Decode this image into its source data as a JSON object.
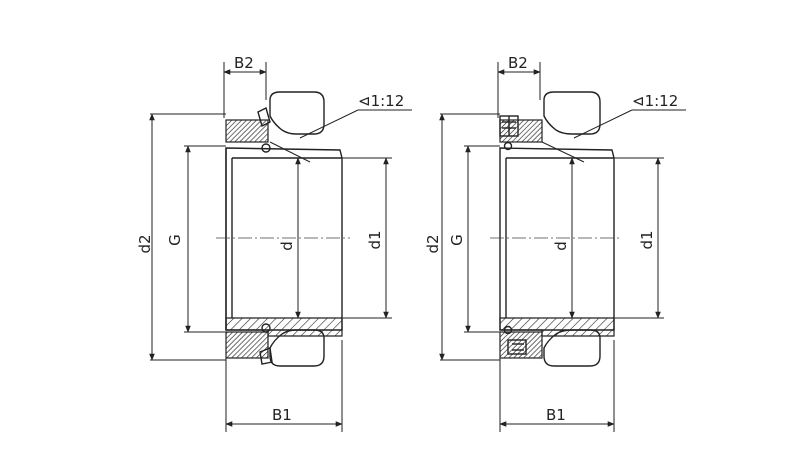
{
  "colors": {
    "line": "#222222",
    "background": "#ffffff"
  },
  "left_drawing": {
    "labels": {
      "b2": "B2",
      "taper": "⊲1:12",
      "d2": "d2",
      "g": "G",
      "d": "d",
      "d1": "d1",
      "b1": "B1"
    }
  },
  "right_drawing": {
    "labels": {
      "b2": "B2",
      "taper": "⊲1:12",
      "d2": "d2",
      "g": "G",
      "d": "d",
      "d1": "d1",
      "b1": "B1"
    }
  }
}
